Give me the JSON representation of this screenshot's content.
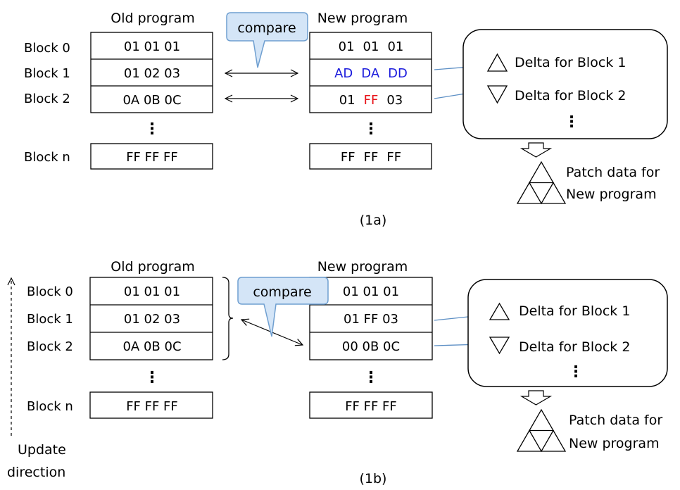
{
  "diagram_a": {
    "old_title": "Old program",
    "new_title": "New program",
    "compare_label": "compare",
    "block_labels": [
      "Block 0",
      "Block 1",
      "Block 2",
      "Block n"
    ],
    "old_values": [
      "01  01  01",
      "01  02  03",
      "0A  0B  0C",
      "FF  FF  FF"
    ],
    "new_values": [
      [
        {
          "text": "01",
          "color": "#000000"
        },
        {
          "text": "01",
          "color": "#000000"
        },
        {
          "text": "01",
          "color": "#000000"
        }
      ],
      [
        {
          "text": "AD",
          "color": "#1a1adc"
        },
        {
          "text": "DA",
          "color": "#1a1adc"
        },
        {
          "text": "DD",
          "color": "#1a1adc"
        }
      ],
      [
        {
          "text": "01",
          "color": "#000000"
        },
        {
          "text": "FF",
          "color": "#e8141a"
        },
        {
          "text": "03",
          "color": "#000000"
        }
      ],
      [
        {
          "text": "FF",
          "color": "#000000"
        },
        {
          "text": "FF",
          "color": "#000000"
        },
        {
          "text": "FF",
          "color": "#000000"
        }
      ]
    ],
    "delta_1": "Delta for Block 1",
    "delta_2": "Delta for Block 2",
    "patch_line1": "Patch data for",
    "patch_line2": "New program",
    "caption": "(1a)"
  },
  "diagram_b": {
    "old_title": "Old program",
    "new_title": "New program",
    "compare_label": "compare",
    "block_labels": [
      "Block 0",
      "Block 1",
      "Block 2",
      "Block n"
    ],
    "old_values": [
      "01  01  01",
      "01  02  03",
      "0A  0B  0C",
      "FF  FF  FF"
    ],
    "new_values": [
      "01  01  01",
      "01  FF  03",
      "00  0B  0C",
      "FF  FF  FF"
    ],
    "delta_1": "Delta for Block 1",
    "delta_2": "Delta for Block 2",
    "patch_line1": "Patch data for",
    "patch_line2": "New program",
    "update_line1": "Update",
    "update_line2": "direction",
    "caption": "(1b)"
  },
  "colors": {
    "arrow_blue": "#5b8ec4",
    "callout_fill": "#d4e5f7",
    "callout_stroke": "#6f9fd0",
    "changed_blue": "#1a1adc",
    "changed_red": "#e8141a"
  }
}
